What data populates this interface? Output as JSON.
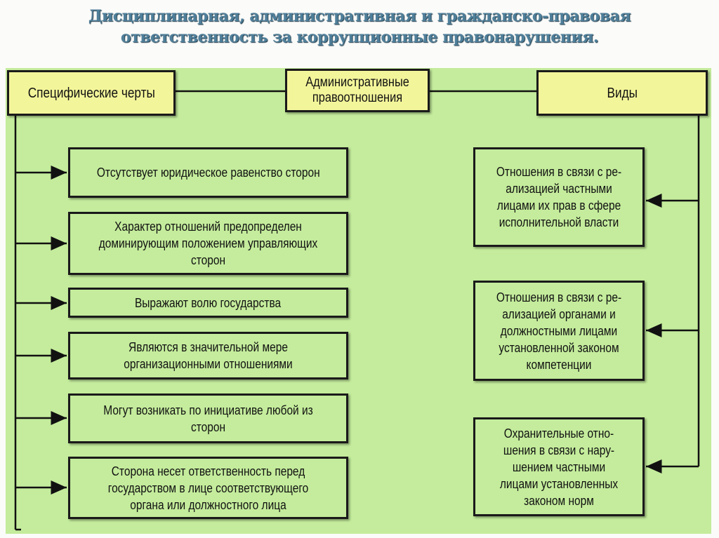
{
  "title": {
    "line1": "Дисциплинарная, административная и гражданско-правовая",
    "line2": "ответственность  за коррупционные правонарушения."
  },
  "headers": {
    "left": "Специфические черты",
    "center": "Административные правоотношения",
    "right": "Виды"
  },
  "features": [
    "Отсутствует юридическое равенство сторон",
    "Характер отношений предопределен доминирующим положением управляющих сторон",
    "Выражают волю государства",
    "Являются в значительной мере организационными отношениями",
    "Могут возникать по инициативе любой из сторон",
    "Сторона несет ответственность перед государством в лице соответствующего органа или должностного лица"
  ],
  "types": [
    "Отношения в связи с ре-ализацией частными лицами их прав в сфере исполнительной власти",
    "Отношения в связи с ре-ализацией органами и должностными лицами установленной законом компетенции",
    "Охранительные отно-шения в связи с нару-шением частными лицами установленных законом норм"
  ],
  "colors": {
    "panel": "#c4ec9c",
    "header_box": "#f3f59a",
    "title": "#4f7f9a"
  }
}
